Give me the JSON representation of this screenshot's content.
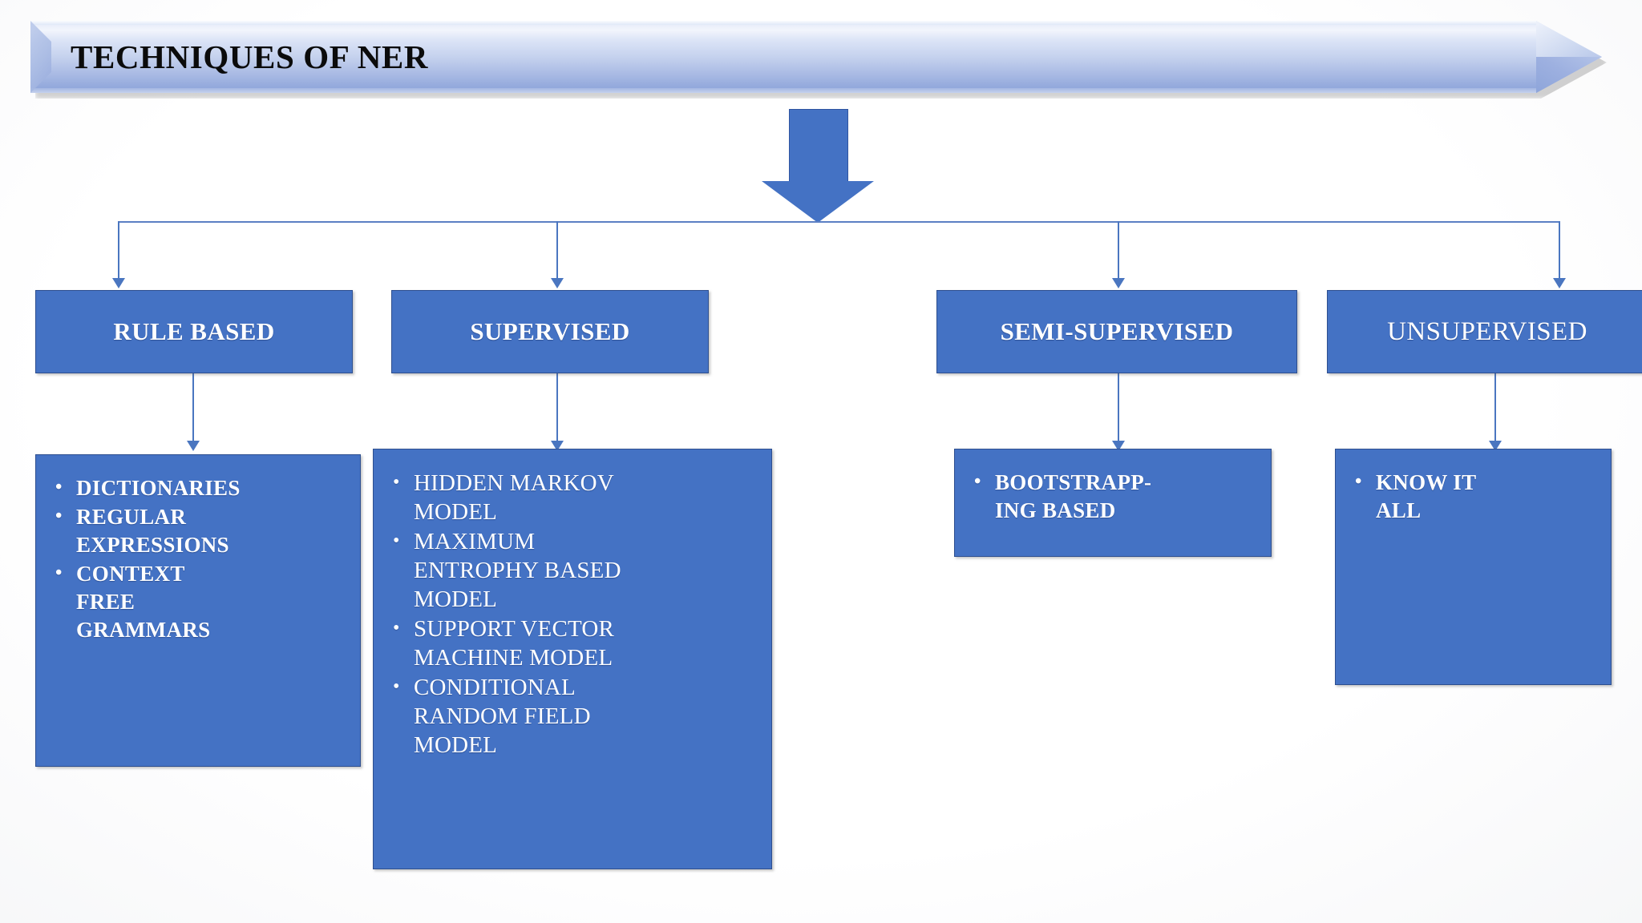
{
  "banner": {
    "title": "TECHNIQUES OF NER",
    "shape": "right-arrow-chevron",
    "fill_top": "#f2f5fc",
    "fill_bottom": "#8fa6db"
  },
  "arrow": {
    "name": "down-arrow",
    "color": "#4472C4"
  },
  "theme": {
    "box_fill": "#4472C4",
    "box_border": "#2e4f8f",
    "connector": "#4a76c0",
    "text": "#ffffff",
    "background": "#ffffff"
  },
  "branches": [
    {
      "id": "rule-based",
      "label": "RULE BASED",
      "label_bold": true,
      "details_bold": true,
      "details": [
        "DICTIONARIES",
        "REGULAR EXPRESSIONS",
        "CONTEXT FREE GRAMMARS"
      ]
    },
    {
      "id": "supervised",
      "label": "SUPERVISED",
      "label_bold": true,
      "details_bold": false,
      "details": [
        "HIDDEN MARKOV MODEL",
        "MAXIMUM ENTROPHY BASED MODEL",
        "SUPPORT VECTOR MACHINE MODEL",
        "CONDITIONAL RANDOM FIELD MODEL"
      ]
    },
    {
      "id": "semi-supervised",
      "label": "SEMI-SUPERVISED",
      "label_bold": true,
      "details_bold": true,
      "details": [
        "BOOTSTRAPP- ING BASED"
      ]
    },
    {
      "id": "unsupervised",
      "label": "UNSUPERVISED",
      "label_bold": false,
      "details_bold": true,
      "details": [
        "KNOW IT ALL"
      ]
    }
  ],
  "detail_lines": {
    "rule-based": [
      [
        "DICTIONARIES"
      ],
      [
        "REGULAR",
        "EXPRESSIONS"
      ],
      [
        "CONTEXT",
        "FREE",
        "GRAMMARS"
      ]
    ],
    "supervised": [
      [
        "HIDDEN MARKOV",
        "MODEL"
      ],
      [
        "MAXIMUM",
        "ENTROPHY BASED",
        "MODEL"
      ],
      [
        "SUPPORT VECTOR",
        "MACHINE MODEL"
      ],
      [
        "CONDITIONAL",
        "RANDOM FIELD",
        "MODEL"
      ]
    ],
    "semi-supervised": [
      [
        "BOOTSTRAPP-",
        "ING BASED"
      ]
    ],
    "unsupervised": [
      [
        "KNOW IT",
        "ALL"
      ]
    ]
  }
}
